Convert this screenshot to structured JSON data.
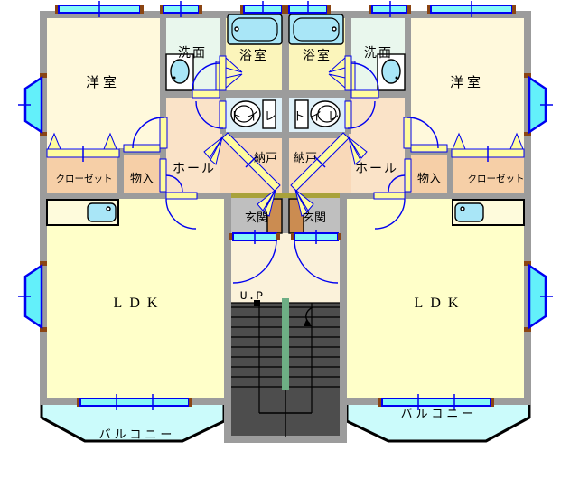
{
  "labels": {
    "western_room": "洋室",
    "washroom": "洗面",
    "bathroom": "浴室",
    "toilet": "トイレ",
    "storage_room": "納戸",
    "hall": "ホール",
    "closet": "クローゼット",
    "storage": "物入",
    "entrance": "玄関",
    "living_dining_kitchen": "LDK",
    "balcony": "バルコニー",
    "stairs_up": "U.P"
  },
  "palette": {
    "wall": "#9C9C9C",
    "western_room_floor": "#FFF9DC",
    "ldk_floor": "#FFFFC9",
    "hall_floor": "#FAE3C8",
    "storage_room_floor": "#F9D9B9",
    "closet_floor": "#F6CFA7",
    "bathroom_floor": "#FBF5BB",
    "washroom_floor": "#E9F7ED",
    "toilet_floor": "#DEF0F8",
    "entrance_floor": "#BFBFBF",
    "entrance_cabinet": "#CB8C51",
    "threshold_olive": "#A9A23B",
    "landing_floor": "#FBF2DA",
    "stairs": "#4D4D4D",
    "stair_divider_green": "#6EAE85",
    "balcony_fill": "#CBFBFB",
    "window_cyan": "#86F8F8",
    "bay_window_cyan": "#63F0FA",
    "line_blue": "#0000F0",
    "door_yellow": "#FFFC9E",
    "wood_cap_brown": "#8B4513"
  }
}
